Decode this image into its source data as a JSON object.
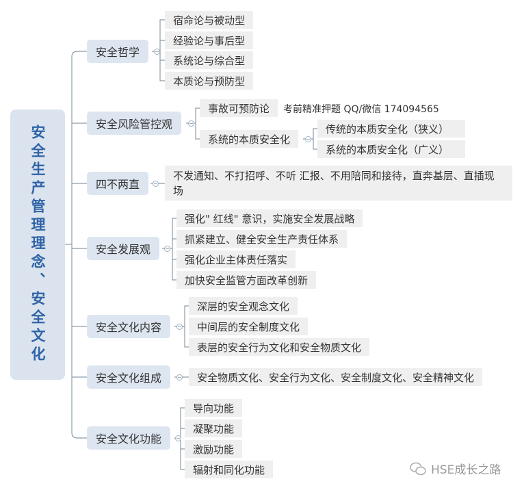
{
  "root": "安全生产管理理念、安全文化",
  "branches": [
    {
      "label": "安全哲学",
      "children": [
        "宿命论与被动型",
        "经验论与事后型",
        "系统论与综合型",
        "本质论与预防型"
      ]
    },
    {
      "label": "安全风险管控观",
      "children": [
        {
          "label": "事故可预防论"
        },
        {
          "label": "系统的本质安全化",
          "children": [
            "传统的本质安全化（狭义）",
            "系统的本质安全化（广义）"
          ]
        }
      ]
    },
    {
      "label": "四不两直",
      "children": [
        "不发通知、不打招呼、不听 汇报、不用陪同和接待，直奔基层、直插现场"
      ]
    },
    {
      "label": "安全发展观",
      "children": [
        "强化\" 红线\" 意识，实施安全发展战略",
        "抓紧建立、健全安全生产责任体系",
        "强化企业主体责任落实",
        "加快安全监管方面改革创新"
      ]
    },
    {
      "label": "安全文化内容",
      "children": [
        "深层的安全观念文化",
        "中间层的安全制度文化",
        "表层的安全行为文化和安全物质文化"
      ]
    },
    {
      "label": "安全文化组成",
      "children": [
        "安全物质文化、安全行为文化、安全制度文化、安全精神文化"
      ]
    },
    {
      "label": "安全文化功能",
      "children": [
        "导向功能",
        "凝聚功能",
        "激励功能",
        "辐射和同化功能"
      ]
    }
  ],
  "overlay_text": "考前精准押题 QQ/微信 174094565",
  "watermark": "HSE成长之路"
}
